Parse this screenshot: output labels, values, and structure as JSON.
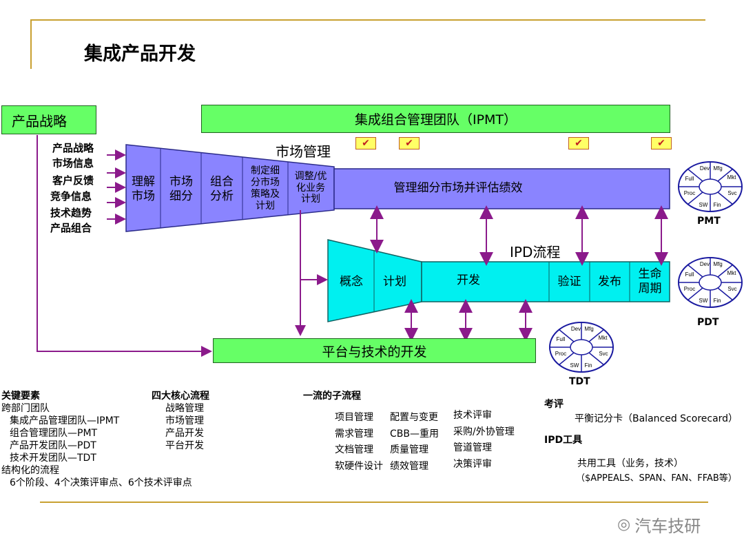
{
  "title": "集成产品开发",
  "strategy_box": "产品战略",
  "ipmt_box": "集成组合管理团队（IPMT）",
  "platform_box": "平台与技术的开发",
  "market_mgmt_label": "市场管理",
  "ipd_label": "IPD流程",
  "inputs": [
    "产品战略",
    "市场信息",
    "客户反馈",
    "竞争信息",
    "技术趋势",
    "产品组合"
  ],
  "market_steps": [
    "理解\n市场",
    "市场\n细分",
    "组合\n分析",
    "制定细\n分市场\n策略及\n计划",
    "调整/优\n化业务\n计划"
  ],
  "market_band": "管理细分市场并评估绩效",
  "ipd_steps": [
    "概念",
    "计划",
    "开发",
    "验证",
    "发布",
    "生命\n周期"
  ],
  "check_mark": "✔",
  "wheel_segments": [
    "Dev",
    "Mfg",
    "Mkt",
    "Svc",
    "Fin",
    "SW",
    "Proc",
    "Full"
  ],
  "wheel_labels": [
    "PMT",
    "PDT",
    "TDT"
  ],
  "colors": {
    "purple": "#8a84ff",
    "cyan": "#00f0f0",
    "green": "#66ff66",
    "arrow": "#8b1a8b",
    "wheel": "#1a1aa0",
    "gold": "#c8a030"
  },
  "key_elements": {
    "heading": "关键要素",
    "lines": [
      "跨部门团队",
      "  集成产品管理团队—IPMT",
      "  组合管理团队—PMT",
      "  产品开发团队—PDT",
      "  技术开发团队—TDT",
      "结构化的流程",
      "  6个阶段、4个决策评审点、6个技术评审点"
    ]
  },
  "core_processes": {
    "heading": "四大核心流程",
    "lines": [
      "战略管理",
      "市场管理",
      "产品开发",
      "平台开发"
    ]
  },
  "sub_processes": {
    "heading": "一流的子流程",
    "col1": [
      "项目管理",
      "需求管理",
      "文档管理",
      "软硬件设计"
    ],
    "col2": [
      "配置与变更",
      "CBB—重用",
      "质量管理",
      "绩效管理"
    ],
    "col3": [
      "技术评审",
      "采购/外协管理",
      "管道管理",
      "决策评审"
    ]
  },
  "evaluation": {
    "heading": "考评",
    "line": "平衡记分卡（Balanced Scorecard）"
  },
  "ipd_tools": {
    "heading": "IPD工具",
    "lines": [
      "共用工具（业务，技术）",
      "（$APPEALS、SPAN、FAN、FFAB等）"
    ]
  },
  "watermark": "汽车技研"
}
